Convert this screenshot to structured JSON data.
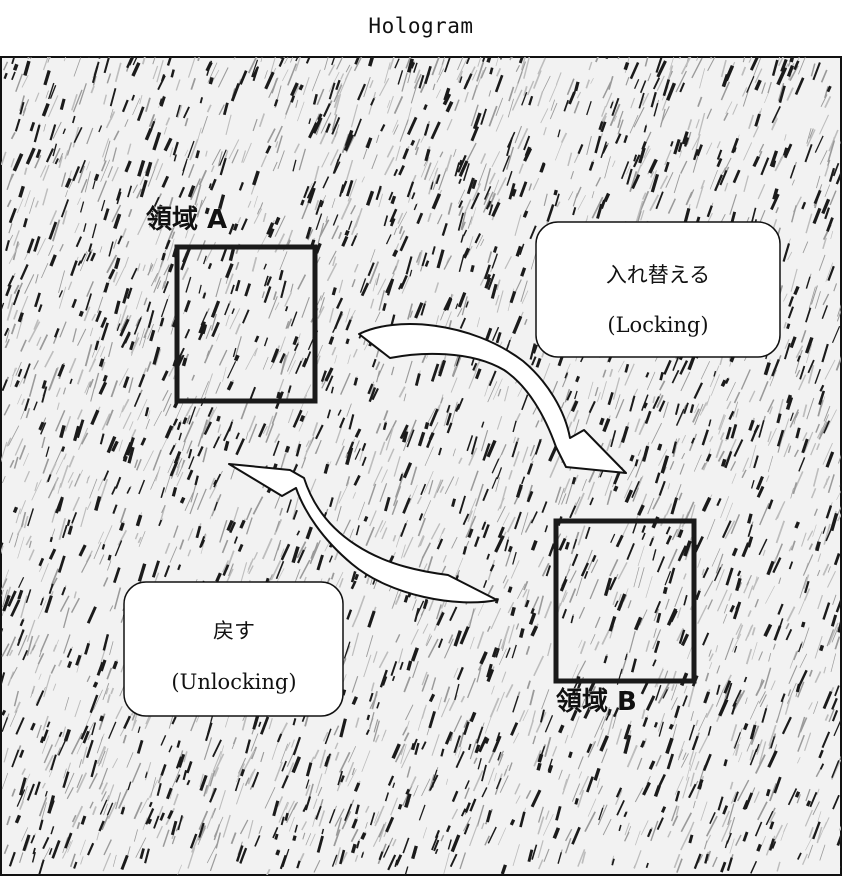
{
  "title": "Hologram",
  "region_a": {
    "label": "領域 A"
  },
  "region_b": {
    "label": "領域 B"
  },
  "callout_locking": {
    "line1": "入れ替える",
    "line2": "(Locking)"
  },
  "callout_unlocking": {
    "line1": "戻す",
    "line2": "(Unlocking)"
  },
  "colors": {
    "ink": "#111111",
    "paper": "#ffffff",
    "box_border": "#1a1a1a"
  }
}
